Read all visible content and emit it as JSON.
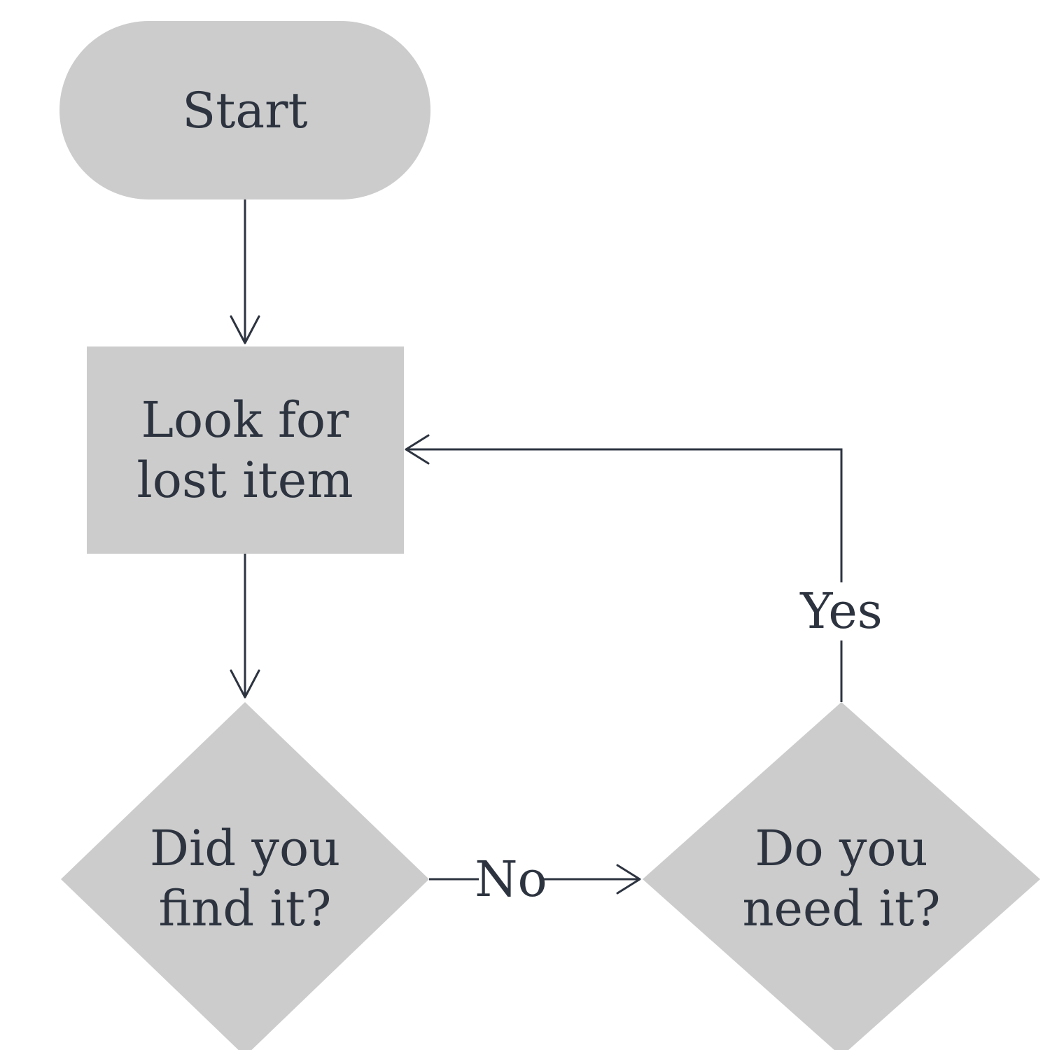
{
  "nodes": {
    "start": {
      "label": "Start"
    },
    "look": {
      "line1": "Look for",
      "line2": "lost item"
    },
    "found": {
      "line1": "Did you",
      "line2": "find it?"
    },
    "need": {
      "line1": "Do you",
      "line2": "need it?"
    }
  },
  "edges": {
    "no_label": "No",
    "yes_label": "Yes"
  },
  "colors": {
    "shape_fill": "#cccccc",
    "line": "#2d3440",
    "background": "#ffffff"
  }
}
